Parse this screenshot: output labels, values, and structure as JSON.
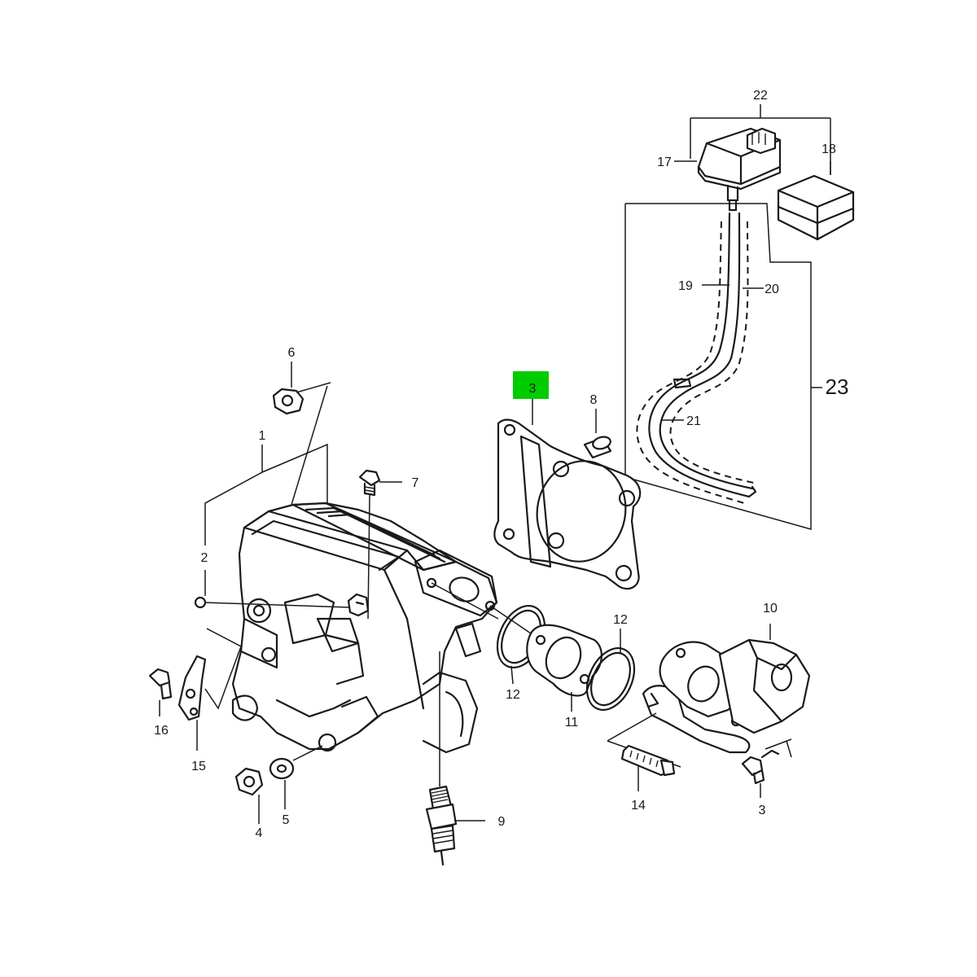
{
  "diagram": {
    "callouts": {
      "c1": "1",
      "c2": "2",
      "c3_top": "3",
      "c3_bottom": "3",
      "c4": "4",
      "c5": "5",
      "c6": "6",
      "c7": "7",
      "c8": "8",
      "c9": "9",
      "c10": "10",
      "c11": "11",
      "c12_left": "12",
      "c12_right": "12",
      "c14": "14",
      "c15": "15",
      "c16": "16",
      "c17": "17",
      "c18": "18",
      "c19": "19",
      "c20": "20",
      "c21": "21",
      "c22": "22",
      "c23": "23"
    },
    "highlight_color": "#00cc00"
  }
}
